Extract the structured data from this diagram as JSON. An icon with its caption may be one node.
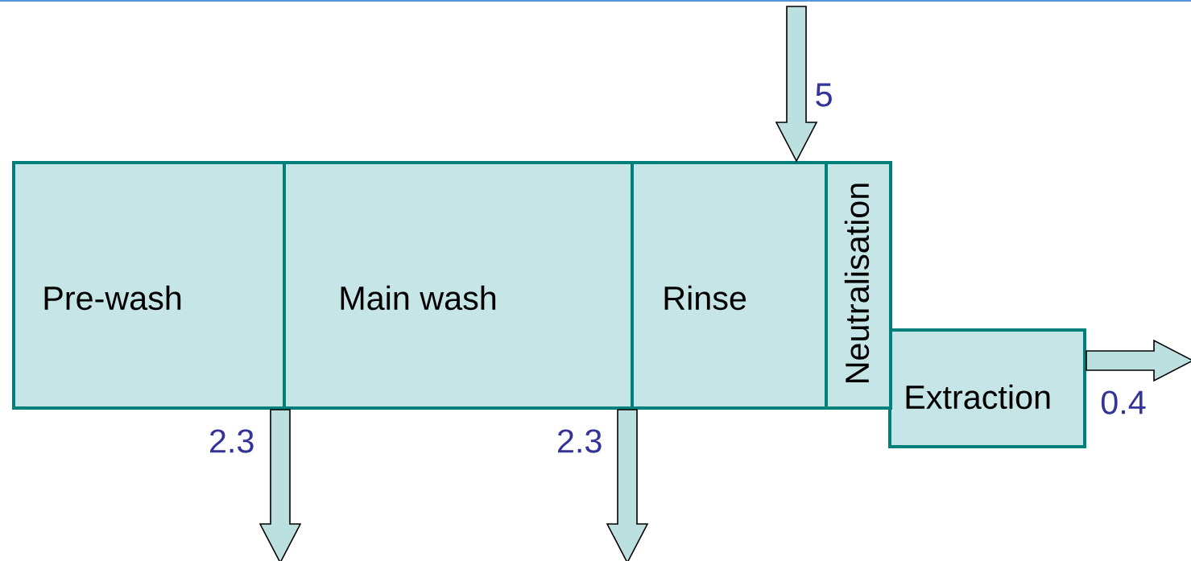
{
  "diagram": {
    "nodes": [
      {
        "text": [
          "Pre-wash"
        ]
      },
      {
        "text": [
          "Main wash"
        ]
      },
      {
        "text": [
          "Rinse"
        ]
      },
      {
        "text": [
          "Neutralisation"
        ]
      },
      {
        "text": [
          "Extraction"
        ]
      }
    ],
    "edges": [
      {
        "from": null,
        "to": 2,
        "arrow": "to",
        "label": "5"
      },
      {
        "from": 0,
        "to": null,
        "arrow": "to",
        "label": "2.3"
      },
      {
        "from": 1,
        "to": null,
        "arrow": "to",
        "label": "2.3"
      },
      {
        "from": 4,
        "to": null,
        "arrow": "to",
        "label": "0.4"
      }
    ]
  }
}
